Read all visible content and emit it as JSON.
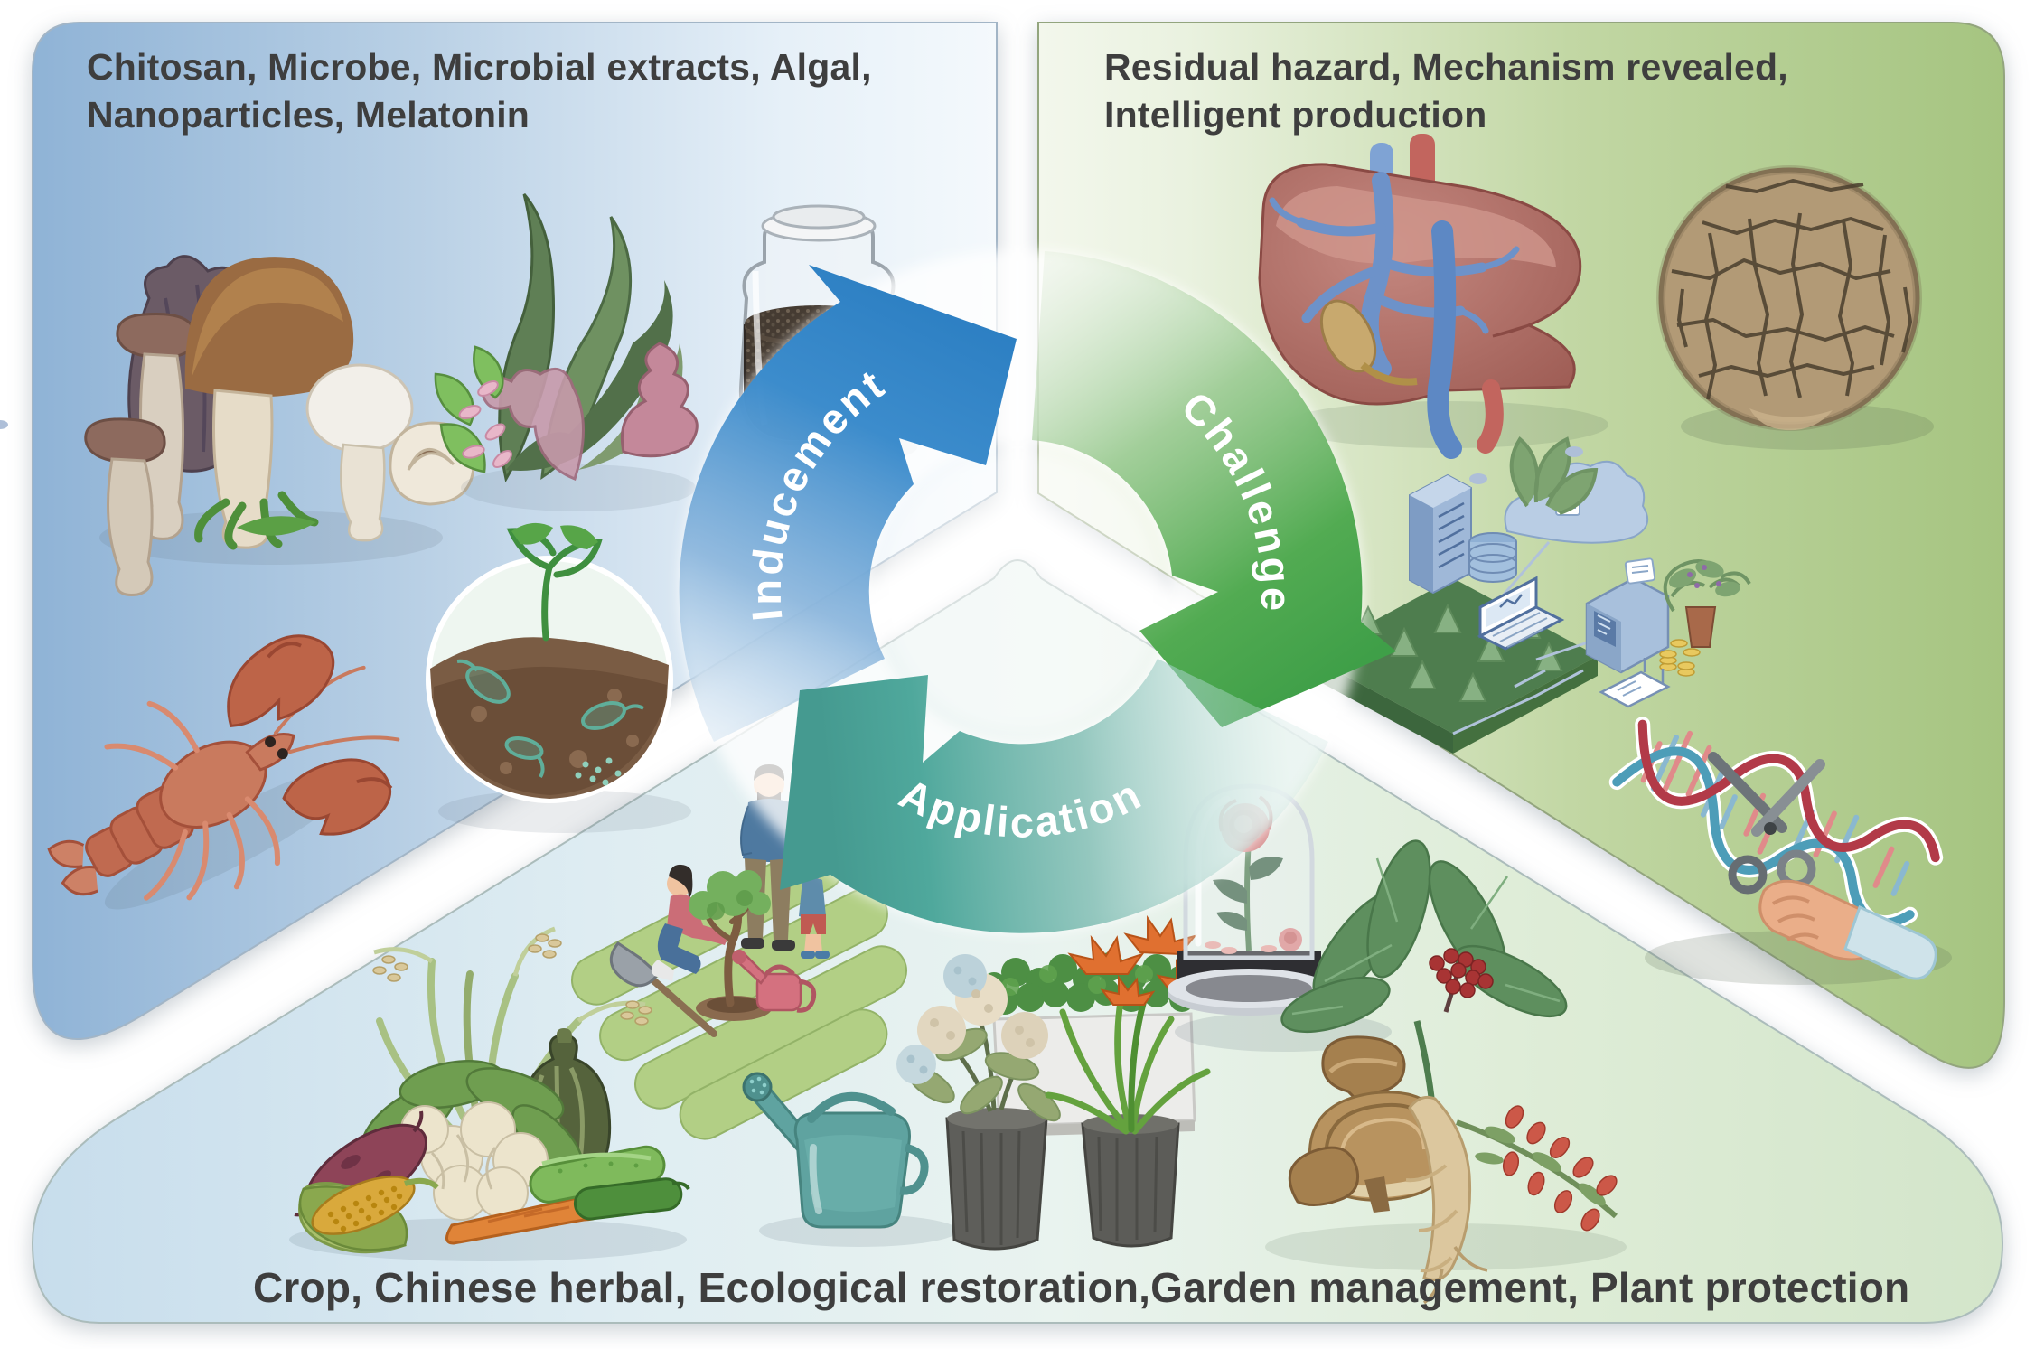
{
  "figure": {
    "panel_inducement": {
      "line1": "Chitosan, Microbe, Microbial extracts, Algal,",
      "line2": "Nanoparticles, Melatonin"
    },
    "panel_challenge": {
      "line1": "Residual hazard, Mechanism revealed,",
      "line2": "Intelligent production"
    },
    "panel_application": {
      "text": "Crop, Chinese herbal, Ecological restoration,Garden management, Plant protection"
    },
    "cycle": {
      "inducement_label": "Inducement",
      "challenge_label": "Challenge",
      "application_label": "Application"
    },
    "colors": {
      "inducement_blue": "#2b7ec2",
      "challenge_green": "#43a047",
      "application_teal": "#4aa396",
      "panel_blue": "#8fb3d6",
      "panel_green": "#a5c480",
      "panel_bottom_left": "#c7ddec",
      "panel_bottom_right": "#d3e5ca",
      "text_gray": "#3e3e3e"
    },
    "illustration_names": [
      "mushrooms",
      "algae-seaweed",
      "chitosan-jar",
      "soil-microbes-circle",
      "lobster",
      "liver-organ",
      "cracked-dry-soil",
      "smart-agriculture-scene",
      "dna-gene-editing",
      "family-tree-planting",
      "watering-can",
      "potted-flowers",
      "rose-glass-dome",
      "herbal-ginseng-reishi-goji",
      "harvest-vegetables"
    ]
  }
}
